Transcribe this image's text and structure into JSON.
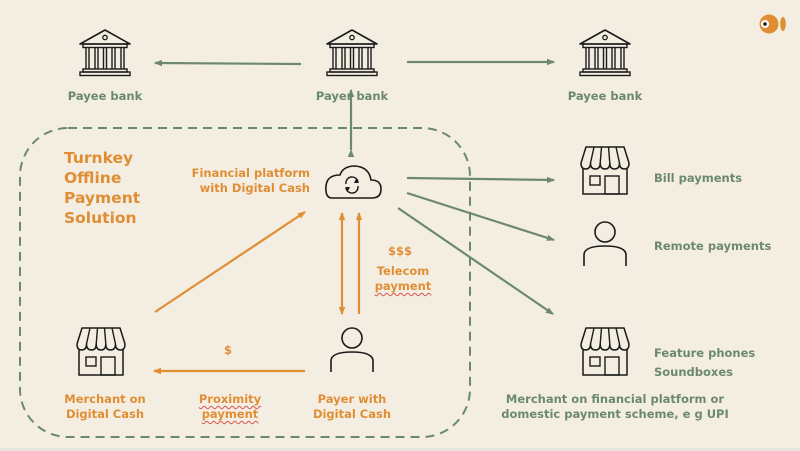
{
  "title": "Turnkey Offline Payment Solution",
  "nodes": {
    "payee_bank_left": {
      "label": "Payee bank",
      "icon": "bank-icon"
    },
    "payer_bank": {
      "label": "Payer bank",
      "icon": "bank-icon"
    },
    "payee_bank_right": {
      "label": "Payee bank",
      "icon": "bank-icon"
    },
    "financial_platform": {
      "label_line1": "Financial platform",
      "label_line2": "with Digital Cash",
      "icon": "cloud-sync-icon"
    },
    "merchant_digital_cash": {
      "label_line1": "Merchant on",
      "label_line2": "Digital Cash",
      "icon": "store-icon"
    },
    "payer_digital_cash": {
      "label_line1": "Payer with",
      "label_line2": "Digital Cash",
      "icon": "person-icon"
    },
    "bill_payments": {
      "label": "Bill payments",
      "icon": "store-icon"
    },
    "remote_payments": {
      "label": "Remote payments",
      "icon": "person-icon"
    },
    "feature_phones": {
      "label_line1": "Feature phones",
      "label_line2": "Soundboxes",
      "icon": "store-icon"
    },
    "merchant_financial_platform": {
      "label_line1": "Merchant on financial platform or",
      "label_line2": "domestic payment scheme, e g UPI"
    }
  },
  "edges": {
    "proximity": {
      "amount": "$",
      "label_line1": "Proximity",
      "label_line2": "payment"
    },
    "telecom": {
      "amount": "$$$",
      "label_line1": "Telecom",
      "label_line2": "payment"
    }
  },
  "title_lines": [
    "Turnkey",
    "Offline",
    "Payment",
    "Solution"
  ],
  "colors": {
    "green": "#6b8a6b",
    "orange": "#e08e34",
    "background": "#f4eee2",
    "icon": "#1a1a1a"
  },
  "logo": "fish-logo-icon"
}
